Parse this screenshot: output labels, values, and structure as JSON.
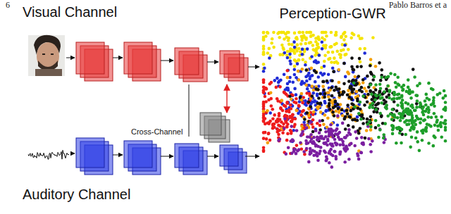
{
  "diagram": {
    "nodes": [
      {
        "text": [
          "Visual Channel"
        ]
      },
      {
        "text": [
          "Auditory Channel"
        ]
      },
      {
        "text": [
          "Cross-Channel"
        ]
      },
      {
        "text": [
          "Perception-GWR"
        ]
      }
    ],
    "edges": [
      {
        "from": 0,
        "to": 3,
        "arrow": "to"
      },
      {
        "from": 1,
        "to": 3,
        "arrow": "to"
      },
      {
        "from": 2,
        "to": 0,
        "arrow": "both"
      },
      {
        "from": 0,
        "to": 1,
        "arrow": "none"
      }
    ],
    "labels": [
      "6",
      "Pablo Barros et a"
    ]
  }
}
